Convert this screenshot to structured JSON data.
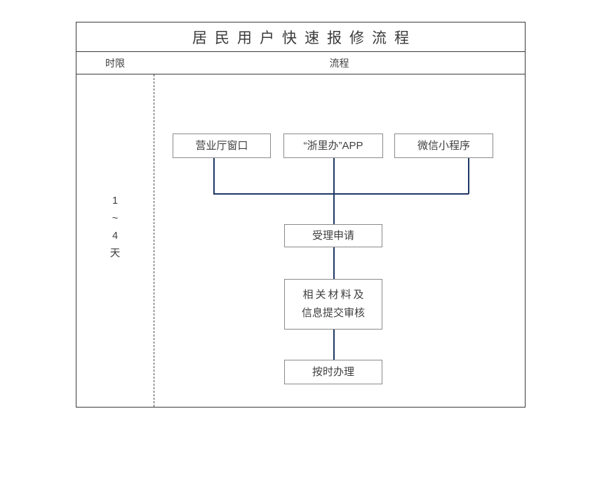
{
  "document": {
    "title": "居民用户快速报修流程"
  },
  "table": {
    "headers": {
      "time_limit": "时限",
      "flow": "流程"
    }
  },
  "time_limit": {
    "lines": [
      "1",
      "~",
      "4",
      "天"
    ]
  },
  "flow": {
    "entry_nodes": [
      {
        "label": "营业厅窗口"
      },
      {
        "label": "“浙里办”APP"
      },
      {
        "label": "微信小程序"
      }
    ],
    "steps": [
      {
        "label": "受理申请"
      },
      {
        "line1": "相关材料及",
        "line2": "信息提交审核"
      },
      {
        "label": "按时办理"
      }
    ]
  },
  "colors": {
    "connector": "#1F3864",
    "node_border": "#8A8A8A",
    "table_border": "#3A3A3A",
    "text": "#3F3F3F",
    "background": "#FFFFFF"
  }
}
